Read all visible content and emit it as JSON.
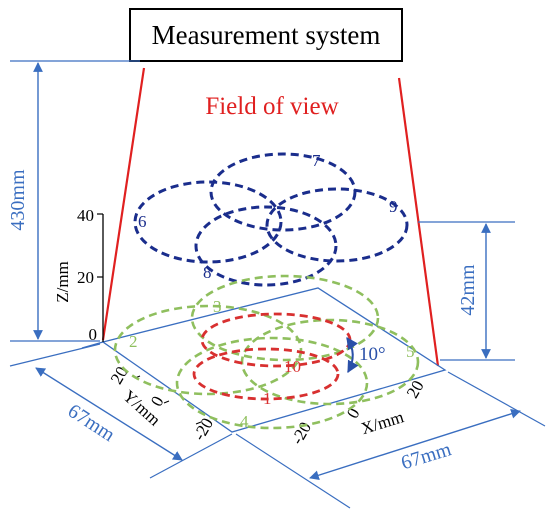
{
  "system_label": "Measurement system",
  "fov_label": "Field of view",
  "dimensions": {
    "height_total": "430mm",
    "height_layer": "42mm",
    "width_y": "67mm",
    "width_x": "67mm"
  },
  "axes": {
    "z_label": "Z/mm",
    "y_label": "Y/mm",
    "x_label": "X/mm",
    "z_ticks": [
      "40",
      "20",
      "0"
    ],
    "y_ticks": [
      "20",
      "0",
      "-20"
    ],
    "x_ticks": [
      "-20",
      "0",
      "20"
    ]
  },
  "circles": {
    "upper": [
      "6",
      "7",
      "8",
      "9"
    ],
    "lower_green": [
      "2",
      "3",
      "4",
      "5"
    ],
    "lower_red": [
      "10",
      "1"
    ]
  },
  "angle_label": "10°",
  "colors": {
    "fov": "#e02020",
    "dimension": "#3a6ec0",
    "upper_circles": "#1a2d8c",
    "green_circles": "#8fbf5e",
    "red_circles": "#d83030"
  }
}
